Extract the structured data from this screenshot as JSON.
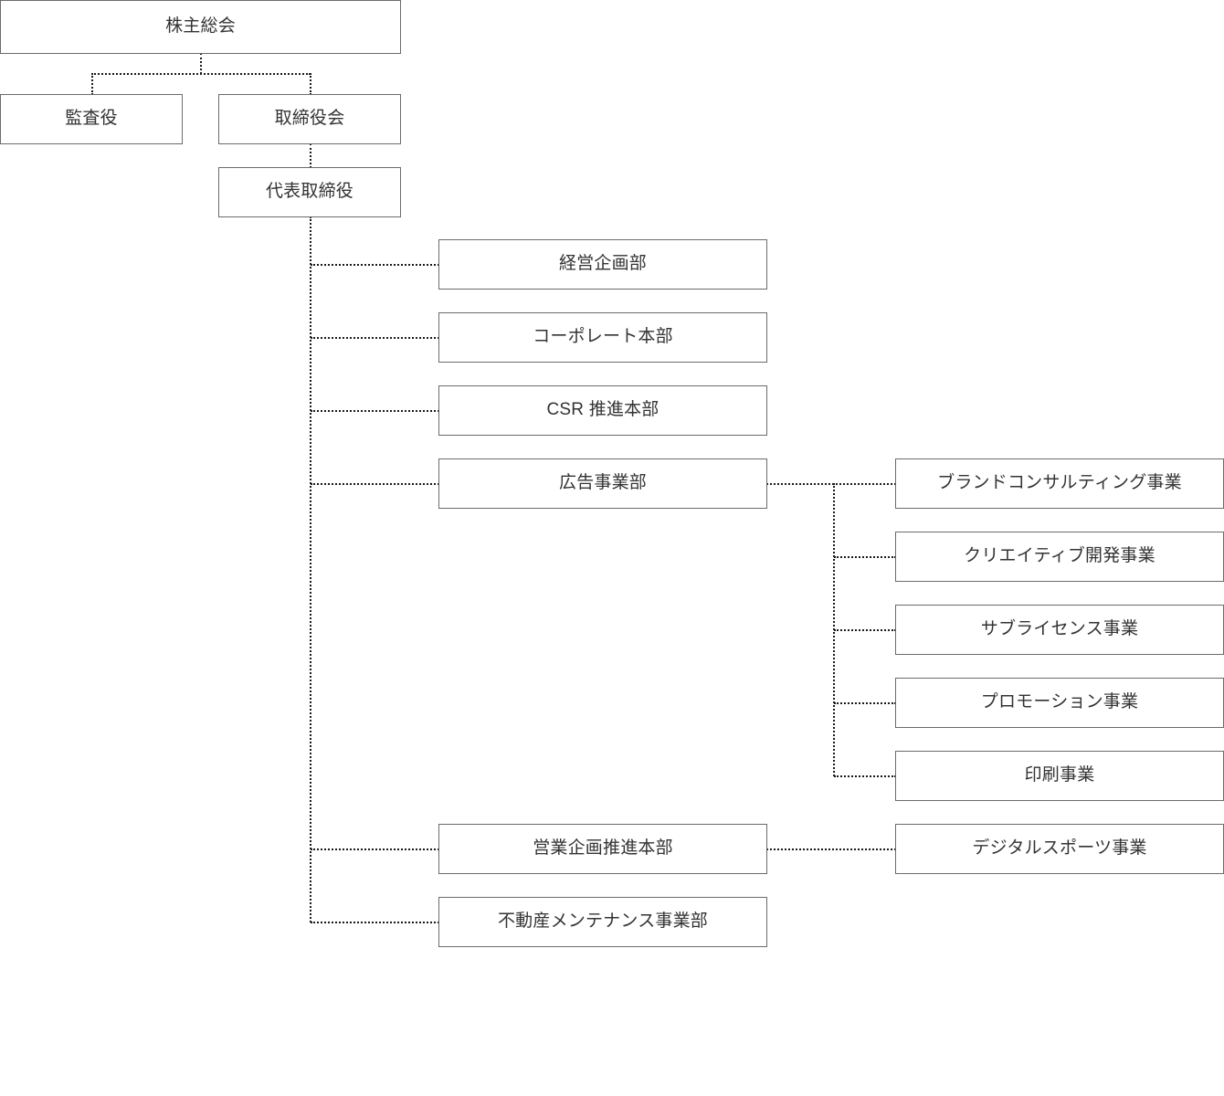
{
  "chart": {
    "title": "",
    "type": "org-chart",
    "line_style": "dotted",
    "colors": {
      "box_border": "#6b6b6b",
      "box_fill": "#ffffff",
      "text": "#333333",
      "connector": "#1a1a1a",
      "background": "#ffffff"
    }
  },
  "nodes": {
    "shareholders_meeting": {
      "label": "株主総会",
      "level": 0
    },
    "auditor": {
      "label": "監査役",
      "level": 1
    },
    "board_of_directors": {
      "label": "取締役会",
      "level": 1
    },
    "representative_director": {
      "label": "代表取締役",
      "level": 2
    }
  },
  "divisions": [
    {
      "label": "経営企画部"
    },
    {
      "label": "コーポレート本部"
    },
    {
      "label": "CSR 推進本部"
    },
    {
      "label": "広告事業部"
    },
    {
      "label": "営業企画推進本部"
    },
    {
      "label": "不動産メンテナンス事業部"
    }
  ],
  "advertising_businesses": [
    {
      "label": "ブランドコンサルティング事業"
    },
    {
      "label": "クリエイティブ開発事業"
    },
    {
      "label": "サブライセンス事業"
    },
    {
      "label": "プロモーション事業"
    },
    {
      "label": "印刷事業"
    }
  ],
  "sales_businesses": [
    {
      "label": "デジタルスポーツ事業"
    }
  ]
}
